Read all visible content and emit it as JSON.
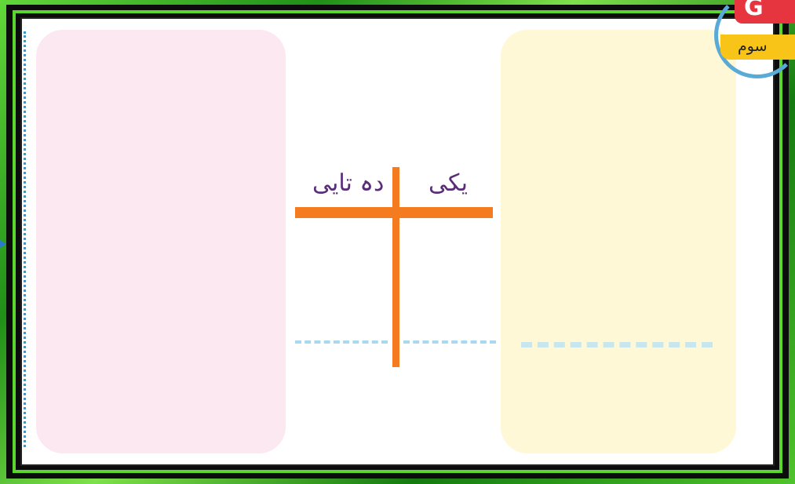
{
  "worksheet": {
    "column_ones_label": "یکی",
    "column_tens_label": "دہ تایی"
  },
  "badge": {
    "red_glyph": "G",
    "grade_text": "سوم"
  },
  "colors": {
    "frame_green": "#5ad62e",
    "t_chart_orange": "#f47b20",
    "pink_card": "#fce8f1",
    "yellow_card": "#fef8d6",
    "dash_blue": "#a9d9ef",
    "label_purple": "#5a2d7a"
  }
}
